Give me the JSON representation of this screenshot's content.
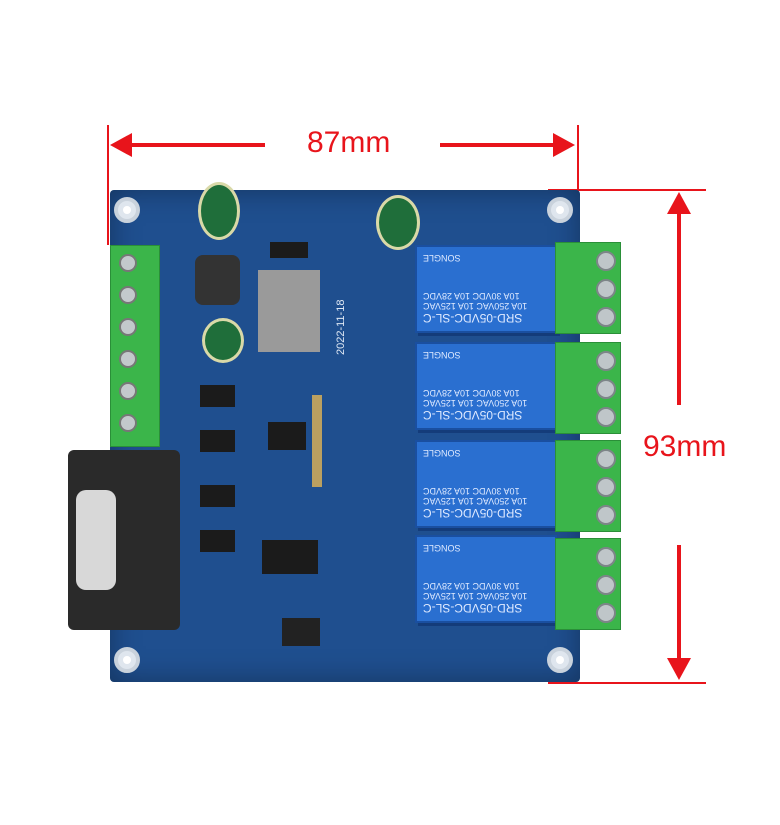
{
  "dimensions": {
    "width_label": "87mm",
    "height_label": "93mm"
  },
  "board": {
    "date_silkscreen": "2022-11-18",
    "relays": [
      {
        "model": "SRD-05VDC-SL-C",
        "rating1": "10A 250VAC 10A 125VAC",
        "rating2": "10A 30VDC 10A 28VDC",
        "brand": "SONGLE"
      },
      {
        "model": "SRD-05VDC-SL-C",
        "rating1": "10A 250VAC 10A 125VAC",
        "rating2": "10A 30VDC 10A 28VDC",
        "brand": "SONGLE"
      },
      {
        "model": "SRD-05VDC-SL-C",
        "rating1": "10A 250VAC 10A 125VAC",
        "rating2": "10A 30VDC 10A 28VDC",
        "brand": "SONGLE"
      },
      {
        "model": "SRD-05VDC-SL-C",
        "rating1": "10A 250VAC 10A 125VAC",
        "rating2": "10A 30VDC 10A 28VDC",
        "brand": "SONGLE"
      }
    ]
  },
  "colors": {
    "dimension": "#e8141b",
    "pcb": "#1f4f8f",
    "relay": "#2a6fd0",
    "terminal": "#3bb54a"
  }
}
